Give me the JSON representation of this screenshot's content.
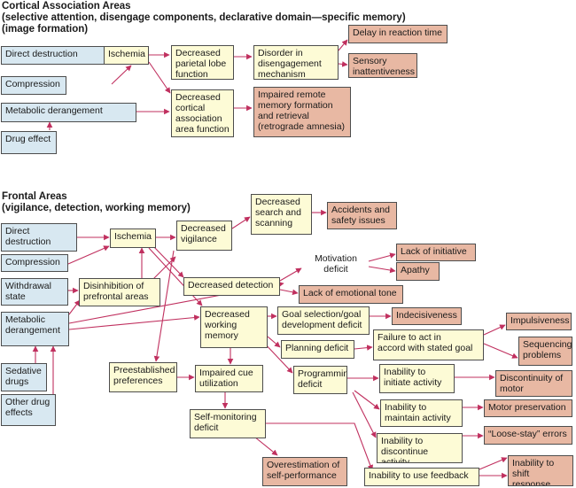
{
  "sections": {
    "cortical": {
      "title": "Cortical Association Areas",
      "subtitle": "(selective attention, disengage components, declarative domain—specific memory)",
      "subtitle2": "(image formation)"
    },
    "frontal": {
      "title": "Frontal Areas",
      "subtitle": "(vigilance, detection, working memory)"
    }
  },
  "nodes": {
    "c_direct": "Direct destruction",
    "c_compression": "Compression",
    "c_metabolic": "Metabolic derangement",
    "c_drug": "Drug effect",
    "c_ischemia": "Ischemia",
    "c_parietal": "Decreased\nparietal lobe\nfunction",
    "c_cortical_assoc": "Decreased\ncortical\nassociation\narea function",
    "c_disorder": "Disorder in\ndisengagement\nmechanism",
    "c_delay": "Delay in reaction time",
    "c_sensory": "Sensory\ninattentiveness",
    "c_remote": "Impaired remote\nmemory formation\nand retrieval\n(retrograde amnesia)",
    "f_direct": "Direct\ndestruction",
    "f_compression": "Compression",
    "f_withdrawal": "Withdrawal\nstate",
    "f_metabolic": "Metabolic\nderangement",
    "f_sedative": "Sedative\ndrugs",
    "f_other": "Other drug\neffects",
    "f_ischemia": "Ischemia",
    "f_vigilance": "Decreased\nvigilance",
    "f_search": "Decreased\nsearch and\nscanning",
    "f_accidents": "Accidents and\nsafety issues",
    "f_disinhibition": "Disinhibition of\nprefrontal areas",
    "f_detection": "Decreased detection",
    "f_motivation": "Motivation\ndeficit",
    "f_initiative": "Lack of initiative",
    "f_apathy": "Apathy",
    "f_emotional": "Lack of emotional tone",
    "f_working": "Decreased\nworking\nmemory",
    "f_goal": "Goal selection/goal\ndevelopment deficit",
    "f_indecisive": "Indecisiveness",
    "f_planning": "Planning deficit",
    "f_failure": "Failure to act in\naccord with stated goal",
    "f_impulsive": "Impulsiveness",
    "f_sequencing": "Sequencing\nproblems",
    "f_preestablished": "Preestablished\npreferences",
    "f_impaired_cue": "Impaired cue\nutilization",
    "f_programming": "Programming\ndeficit",
    "f_initiate": "Inability to\ninitiate activity",
    "f_discontinuity": "Discontinuity of\nmotor movement",
    "f_maintain": "Inability to\nmaintain activity",
    "f_motor_pres": "Motor preservation",
    "f_self_mon": "Self-monitoring\ndeficit",
    "f_loose": "“Loose-stay” errors",
    "f_discontinue": "Inability to\ndiscontinue activity",
    "f_overest": "Overestimation of\nself-performance",
    "f_feedback": "Inability to use feedback",
    "f_shift": "Inability to\nshift response"
  }
}
